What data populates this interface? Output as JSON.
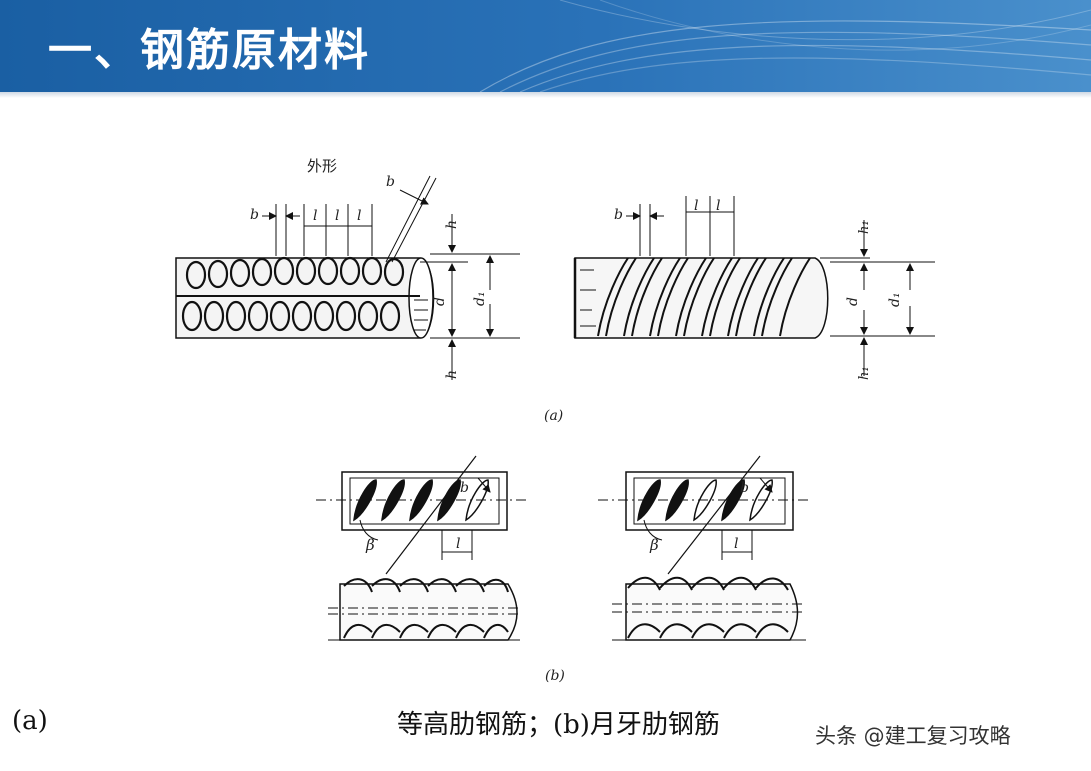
{
  "header": {
    "title": "一、钢筋原材料"
  },
  "figure_a": {
    "label_outline": "外形",
    "dim_b": "b",
    "dim_l": "l",
    "dim_h": "h",
    "dim_h1": "h₁",
    "dim_d": "d",
    "dim_d1": "d₁",
    "sublabel": "(a)"
  },
  "figure_b": {
    "dim_b": "b",
    "dim_l": "l",
    "dim_beta": "β",
    "sublabel": "(b)"
  },
  "caption": {
    "prefix": "(a)",
    "text": "等高肋钢筋；(b)月牙肋钢筋"
  },
  "watermark": "头条 @建工复习攻略",
  "colors": {
    "header_blue": "#1a5fa3",
    "line": "#111111"
  }
}
